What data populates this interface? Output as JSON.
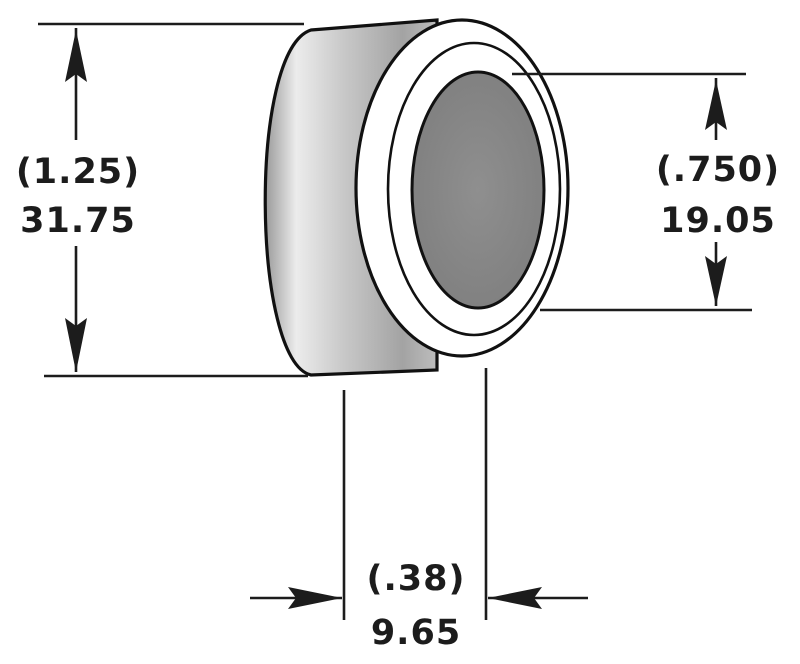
{
  "dimensions": {
    "outer_diameter": {
      "inch": "(1.25)",
      "mm": "31.75"
    },
    "inner_diameter": {
      "inch": "(.750)",
      "mm": "19.05"
    },
    "length": {
      "inch": "(.38)",
      "mm": "9.65"
    }
  },
  "colors": {
    "shaft_light": "#ededed",
    "shaft_dark": "#8c8c8c",
    "end_face": "#ffffff",
    "bore": "#8a8a8a",
    "ink": "#1c1c1c"
  }
}
